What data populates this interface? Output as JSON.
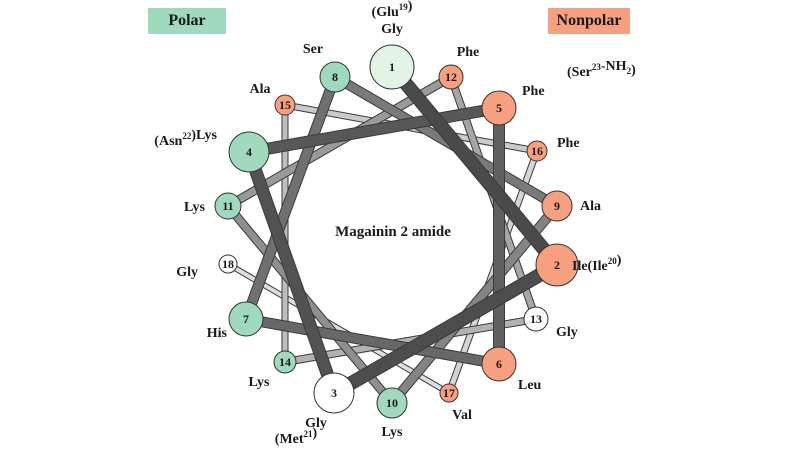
{
  "legend": {
    "polar": "Polar",
    "nonpolar": "Nonpolar"
  },
  "colors": {
    "polar": "#9fd9be",
    "nonpolar": "#f6a080",
    "neutral": "#ffffff",
    "gly1": "#e3f3e6",
    "outline": "#333333"
  },
  "center_title": "Magainin 2 amide",
  "residues": [
    {
      "n": "1",
      "type": "gly1",
      "label": [
        "(Glu",
        "19",
        ")",
        "Gly"
      ]
    },
    {
      "n": "2",
      "type": "nonpolar",
      "label": [
        "Ile(Ile",
        "20",
        ")"
      ]
    },
    {
      "n": "3",
      "type": "neutral",
      "label": [
        "Gly",
        "(Met",
        "21",
        ")"
      ]
    },
    {
      "n": "4",
      "type": "polar",
      "label": [
        "(Asn",
        "22",
        ")Lys"
      ]
    },
    {
      "n": "5",
      "type": "nonpolar",
      "label": [
        "(Ser",
        "23",
        "-NH",
        "2",
        ")",
        "Phe"
      ]
    },
    {
      "n": "6",
      "type": "nonpolar",
      "label": [
        "Leu"
      ]
    },
    {
      "n": "7",
      "type": "polar",
      "label": [
        "His"
      ]
    },
    {
      "n": "8",
      "type": "polar",
      "label": [
        "Ser"
      ]
    },
    {
      "n": "9",
      "type": "nonpolar",
      "label": [
        "Ala"
      ]
    },
    {
      "n": "10",
      "type": "polar",
      "label": [
        "Lys"
      ]
    },
    {
      "n": "11",
      "type": "polar",
      "label": [
        "Lys"
      ]
    },
    {
      "n": "12",
      "type": "nonpolar",
      "label": [
        "Phe"
      ]
    },
    {
      "n": "13",
      "type": "neutral",
      "label": [
        "Gly"
      ]
    },
    {
      "n": "14",
      "type": "polar",
      "label": [
        "Lys"
      ]
    },
    {
      "n": "15",
      "type": "nonpolar",
      "label": [
        "Ala"
      ]
    },
    {
      "n": "16",
      "type": "nonpolar",
      "label": [
        "Phe"
      ]
    },
    {
      "n": "17",
      "type": "nonpolar",
      "label": [
        "Val"
      ]
    },
    {
      "n": "18",
      "type": "neutral",
      "label": [
        "Gly"
      ]
    }
  ]
}
